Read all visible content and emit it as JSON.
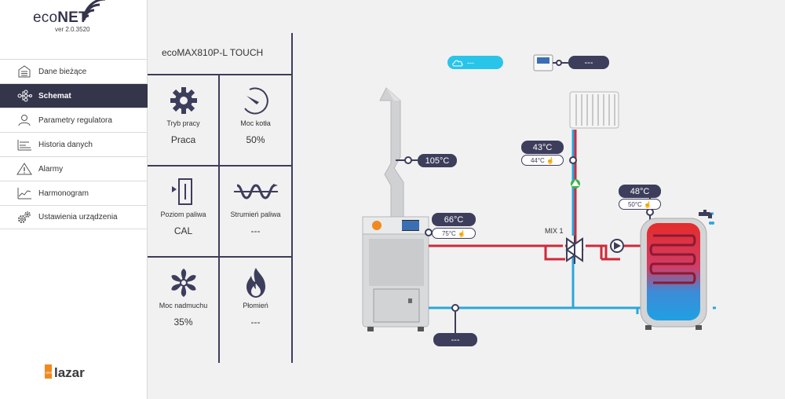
{
  "app": {
    "logo_prefix": "eco",
    "logo_suffix": "NET",
    "version": "ver 2.0.3520",
    "brand": "lazar",
    "brand_badge": "UKS"
  },
  "menu": [
    {
      "label": "Dane bieżące",
      "icon": "document-icon",
      "active": false
    },
    {
      "label": "Schemat",
      "icon": "network-icon",
      "active": true
    },
    {
      "label": "Parametry regulatora",
      "icon": "user-icon",
      "active": false
    },
    {
      "label": "Historia danych",
      "icon": "history-icon",
      "active": false
    },
    {
      "label": "Alarmy",
      "icon": "warning-icon",
      "active": false
    },
    {
      "label": "Harmonogram",
      "icon": "chart-icon",
      "active": false
    },
    {
      "label": "Ustawienia urządzenia",
      "icon": "gears-icon",
      "active": false
    }
  ],
  "panel": {
    "title": "ecoMAX810P-L TOUCH",
    "tiles": [
      {
        "label": "Tryb pracy",
        "value": "Praca",
        "icon": "gear-icon"
      },
      {
        "label": "Moc kotła",
        "value": "50%",
        "icon": "gauge-icon"
      },
      {
        "label": "Poziom paliwa",
        "value": "CAL",
        "icon": "fuel-level-icon"
      },
      {
        "label": "Strumień paliwa",
        "value": "---",
        "icon": "auger-icon"
      },
      {
        "label": "Moc nadmuchu",
        "value": "35%",
        "icon": "fan-icon"
      },
      {
        "label": "Płomień",
        "value": "---",
        "icon": "flame-icon"
      }
    ]
  },
  "diagram": {
    "weather_value": "---",
    "room_thermostat_value": "---",
    "flue_temp": "105°C",
    "boiler_temp": "66°C",
    "boiler_set": "75°C",
    "circuit_temp": "43°C",
    "circuit_set": "44°C",
    "tank_temp": "48°C",
    "tank_set": "50°C",
    "return_temp": "---",
    "mixer_label": "MIX 1",
    "colors": {
      "hot": "#d0293a",
      "cold": "#2aa6dc",
      "dark": "#3d3d5c",
      "accent": "#29c4ea"
    }
  }
}
